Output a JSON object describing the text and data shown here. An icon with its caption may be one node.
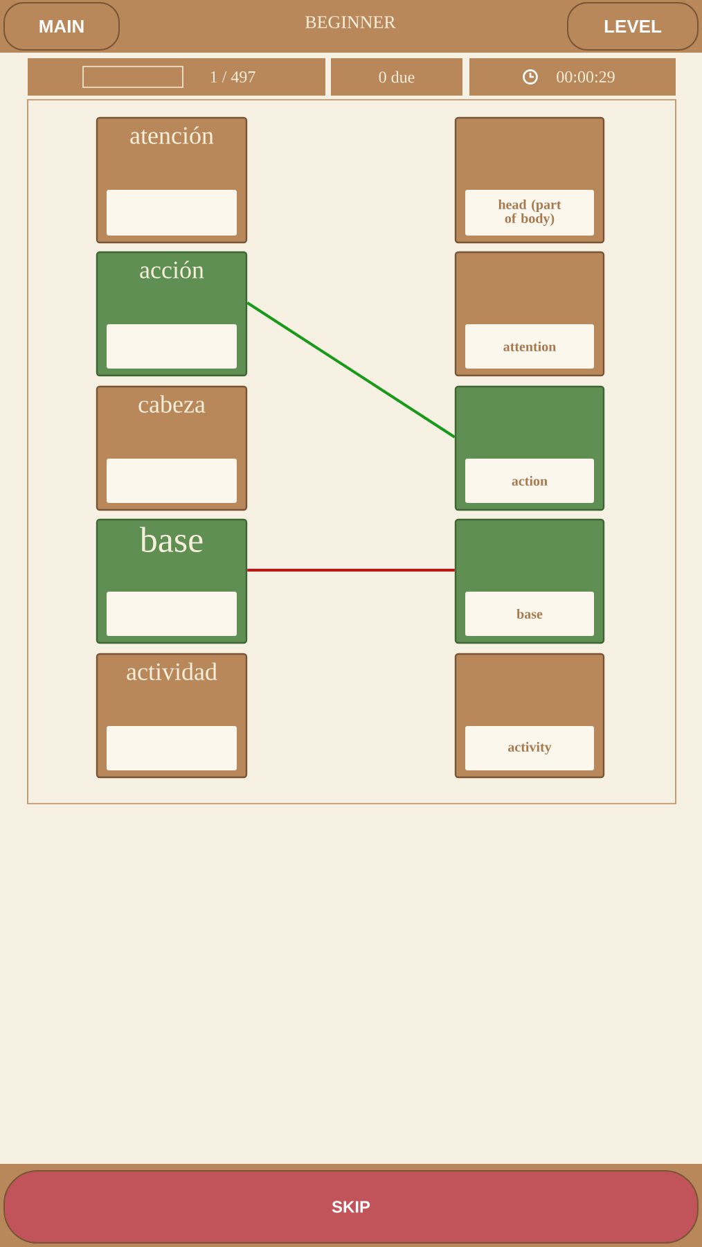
{
  "diagram": {
    "title": "BEGINNER",
    "nodes": [
      {
        "text": [
          "MAIN"
        ]
      },
      {
        "text": [
          "LEVEL"
        ]
      },
      {
        "text": [
          "1 / 497"
        ]
      },
      {
        "text": [
          "0 due"
        ]
      },
      {
        "text": [
          "00:00:29"
        ]
      },
      {
        "text": [],
        "shape": "box"
      },
      {
        "text": [
          "atención"
        ],
        "in": 5
      },
      {
        "text": [
          "head (part of body)"
        ],
        "in": 5
      },
      {
        "text": [
          "acción"
        ],
        "in": 5
      },
      {
        "text": [
          "attention"
        ],
        "in": 5
      },
      {
        "text": [
          "cabeza"
        ],
        "in": 5
      },
      {
        "text": [
          "action"
        ],
        "in": 5
      },
      {
        "text": [
          "base"
        ],
        "in": 5
      },
      {
        "text": [
          "base"
        ],
        "in": 5
      },
      {
        "text": [
          "actividad"
        ],
        "in": 5
      },
      {
        "text": [
          "activity"
        ],
        "in": 5
      },
      {
        "text": [
          "SKIP"
        ]
      }
    ],
    "edges": [
      {
        "from": 8,
        "to": 11,
        "arrow": "none",
        "color": "#1a9a1a"
      },
      {
        "from": 12,
        "to": 13,
        "arrow": "none",
        "color": "#cc1111"
      }
    ]
  }
}
